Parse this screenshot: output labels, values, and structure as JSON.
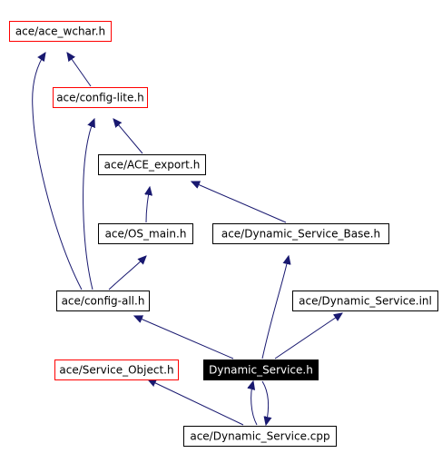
{
  "graph": {
    "colors": {
      "edge": "#191970",
      "node_border": "#000000",
      "missing_node_border": "#ff0000",
      "current_node_fill": "#000000",
      "current_node_text": "#ffffff"
    },
    "nodes": {
      "ace_wchar": {
        "label": "ace/ace_wchar.h"
      },
      "config_lite": {
        "label": "ace/config-lite.h"
      },
      "ace_export": {
        "label": "ace/ACE_export.h"
      },
      "os_main": {
        "label": "ace/OS_main.h"
      },
      "dynamic_service_base": {
        "label": "ace/Dynamic_Service_Base.h"
      },
      "config_all": {
        "label": "ace/config-all.h"
      },
      "dynamic_service_inl": {
        "label": "ace/Dynamic_Service.inl"
      },
      "service_object": {
        "label": "ace/Service_Object.h"
      },
      "dynamic_service_h": {
        "label": "Dynamic_Service.h"
      },
      "dynamic_service_cpp": {
        "label": "ace/Dynamic_Service.cpp"
      }
    }
  }
}
